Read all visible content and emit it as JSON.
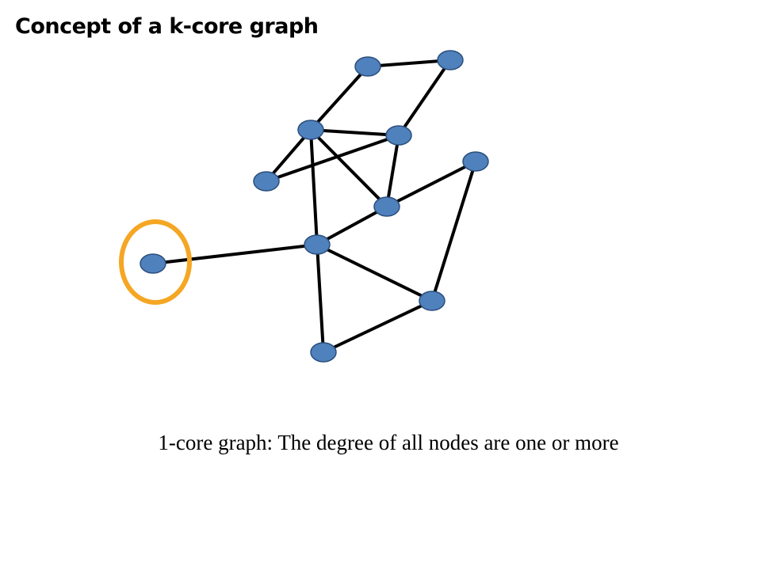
{
  "title": "Concept of a k-core graph",
  "caption": "1-core graph: The degree of all nodes are one or more",
  "colors": {
    "node_fill": "#4F81BD",
    "node_stroke": "#2C4F7C",
    "edge": "#000000",
    "highlight": "#F5A623"
  },
  "graph": {
    "nodes": [
      "n1",
      "n2",
      "n3",
      "n4",
      "n5",
      "n6",
      "n7",
      "n8",
      "n9",
      "n10",
      "n11"
    ],
    "edges": [
      [
        "n1",
        "n2"
      ],
      [
        "n1",
        "n3"
      ],
      [
        "n2",
        "n4"
      ],
      [
        "n3",
        "n4"
      ],
      [
        "n3",
        "n5"
      ],
      [
        "n3",
        "n7"
      ],
      [
        "n3",
        "n8"
      ],
      [
        "n4",
        "n5"
      ],
      [
        "n4",
        "n7"
      ],
      [
        "n7",
        "n6"
      ],
      [
        "n7",
        "n8"
      ],
      [
        "n8",
        "n9"
      ],
      [
        "n8",
        "n10"
      ],
      [
        "n8",
        "n11"
      ],
      [
        "n6",
        "n10"
      ],
      [
        "n10",
        "n11"
      ]
    ],
    "highlighted": [
      "n9"
    ]
  }
}
